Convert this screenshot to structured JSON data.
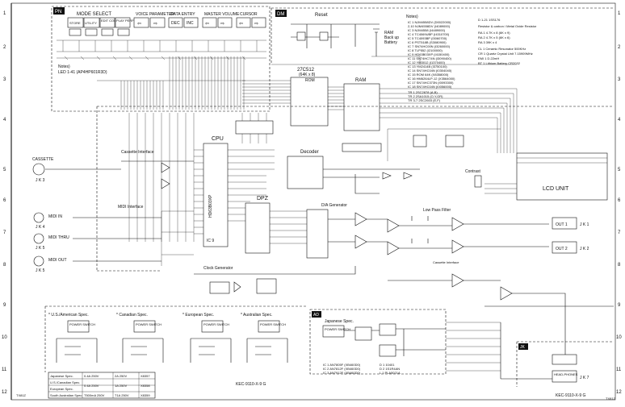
{
  "grid": {
    "rows": [
      "1",
      "2",
      "3",
      "4",
      "5",
      "6",
      "7",
      "8",
      "9",
      "10",
      "11",
      "12"
    ]
  },
  "pn": {
    "tag": "PN",
    "mode_select": "MODE SELECT",
    "voice_parameter": "VOICE PARAMETER",
    "data_entry": "DATA ENTRY",
    "master_volume": "MASTER VOLUME",
    "cursor": "CURSOR",
    "store": "STORE",
    "utility": "UTILITY",
    "edit_compare": "EDIT COMPARE",
    "play_perform": "PLAY PERFORM",
    "dec": "DEC",
    "inc": "INC",
    "notes_title": "Notes)",
    "notes_line": "LED 1-41 (AP4HP601R3D)"
  },
  "dm": {
    "tag": "DM",
    "reset": "Reset",
    "ram_backup": [
      "RAM",
      "Back up",
      "Battery"
    ],
    "cpu": "CPU",
    "cpu_part": "HD63B03XP",
    "cpu_ic": "IC 9",
    "rom_label": "27C512",
    "rom_sub": "(64K x 8)",
    "rom": "ROM",
    "ram": "RAM",
    "decoder": "Decoder",
    "dpz": "DPZ",
    "dva": "D/A Generator",
    "lpf": "Low Pass Filter",
    "contrast": "Contrast",
    "lcd": "LCD UNIT",
    "clock": "Clock Generator",
    "cassette_interface": "Cassette Interface",
    "midi_interface": "MIDI Interface",
    "cassette": "CASSETTE",
    "midi_in": "MIDI IN",
    "midi_thru": "MIDI THRU",
    "midi_out": "MIDI OUT",
    "out1": "OUT 1",
    "out2": "OUT 2",
    "headphones": "HEAD-PHONES",
    "j1": "J K 1",
    "j2": "J K 2",
    "j3": "J K 3",
    "j4": "J K 4",
    "j5": "J K 5",
    "j7": "J K 7"
  },
  "notes": {
    "title": "Notes)",
    "left": [
      "IC 1  NJM4558DV (D0022000)",
      "2,10  NJM4558DV (I4089000)",
      "IC 3  NJM4558 (I4489000)",
      "IC 4  TC4069UBP (I4310700)",
      "IC 5  TC4093BP (I3060700)",
      "IC 6  PST518B (S3080900)",
      "IC 7  SN74HC00N (I3260000)",
      "IC 8  TLP552 (I2100000)",
      "IC 9  HD63B03XP (I4150400)",
      "IC 11 SN74HC74N (I3090400)",
      "IC 12 YM3012 (I1370400)",
      "IC 13 YM2414B (I3750100)",
      "IC 14 SN74HC04N (I0304040)",
      "IC 15 ROM 64K (X8358000)",
      "IC 16 HM6264LP-12 (X3564000)",
      "IC 17 SN74HC373N (I0093300)",
      "IC 18 SN74HC04N (I0056000)",
      "TR 1  2SC2878 (A,B)",
      "TR 2  2SA1015 (O,Y,GR)",
      "TR 3-7  2SC2603 (E,F)"
    ],
    "right": [
      "D  1-21  1SS176",
      "Resistor & carbon / Metal Oxide Resistor",
      "RA 1    4.7K x 8 (6K x 9)",
      "RA 2    4.7K x 5 (6K x 6)",
      "RA 3    39K x 4",
      "CL 1   Ceramic Resonator 500KHz",
      "CR 1   Quartz Crystal Unit 7.15909MHz",
      "EMI 1  D.22mH",
      "BT 1   Lithium Battery CR2032"
    ]
  },
  "power": {
    "us": "* U.S./American Spec.",
    "ca": "* Canadian Spec.",
    "eu": "* European Spec.",
    "au": "* Australian Spec.",
    "jp": "Japanese Spec.",
    "switch": "POWER SWITCH",
    "ad_tag": "AD",
    "jk_tag": "JK",
    "table_headers": [
      "Japanese Spec.",
      "U.S./Canadian Spec.",
      "European Spec.",
      "South Australian Spec."
    ],
    "table_rows": [
      [
        "0.4A 250V",
        "2A 250V",
        "X8357"
      ],
      [
        "0.4A 250V",
        "1A 250V",
        "X8358"
      ],
      [
        "T500mA 250V",
        "T1A 250V",
        "X8359"
      ]
    ],
    "ad_ics": [
      "IC 1  AN7805F (XB460D0)",
      "IC 2  AN7812F (XB460D0)",
      "IC 3  AN7912F (XB460D0)",
      "D 1  10401",
      "D 2  1S1R4AN",
      "L 1  PLA5021A"
    ],
    "pcb_code_1": "KEC-9110-X-9 G",
    "pcb_code_2": "KEC-9110-X-9 G"
  },
  "footer": {
    "left_code": "TX81Z",
    "right_code": "TX81Z"
  }
}
